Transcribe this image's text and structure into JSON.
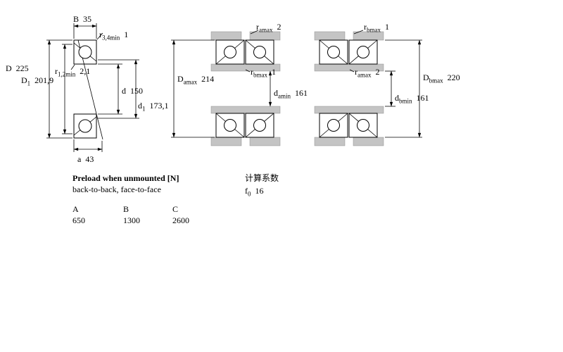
{
  "single_bearing": {
    "B": {
      "base": "B",
      "sub": "",
      "value": "35"
    },
    "r34": {
      "base": "r",
      "sub": "3,4min",
      "value": "1"
    },
    "D": {
      "base": "D",
      "sub": "",
      "value": "225"
    },
    "r12": {
      "base": "r",
      "sub": "1,2min",
      "value": "2,1"
    },
    "D1": {
      "base": "D",
      "sub": "1",
      "value": "201,9"
    },
    "d": {
      "base": "d",
      "sub": "",
      "value": "150"
    },
    "d1": {
      "base": "d",
      "sub": "1",
      "value": "173,1"
    },
    "a": {
      "base": "a",
      "sub": "",
      "value": "43"
    }
  },
  "arrangement_left": {
    "ra_top": {
      "base": "r",
      "sub": "amax",
      "value": "2"
    },
    "Da": {
      "base": "D",
      "sub": "amax",
      "value": "214"
    },
    "rb_mid": {
      "base": "r",
      "sub": "bmax",
      "value": "1"
    },
    "da_min": {
      "base": "d",
      "sub": "amin",
      "value": "161"
    }
  },
  "arrangement_right": {
    "rb_top": {
      "base": "r",
      "sub": "bmax",
      "value": "1"
    },
    "ra_mid": {
      "base": "r",
      "sub": "amax",
      "value": "2"
    },
    "Db": {
      "base": "D",
      "sub": "bmax",
      "value": "220"
    },
    "db_min": {
      "base": "d",
      "sub": "bmin",
      "value": "161"
    }
  },
  "preload": {
    "title": "Preload when unmounted [N]",
    "subtitle": "back-to-back, face-to-face",
    "columns": [
      "A",
      "B",
      "C"
    ],
    "values": [
      "650",
      "1300",
      "2600"
    ]
  },
  "calculation": {
    "title": "计算系数",
    "f0": {
      "base": "f",
      "sub": "0",
      "value": "16"
    }
  },
  "colors": {
    "fill_gray": "#c4c4c4",
    "line": "#000000"
  }
}
